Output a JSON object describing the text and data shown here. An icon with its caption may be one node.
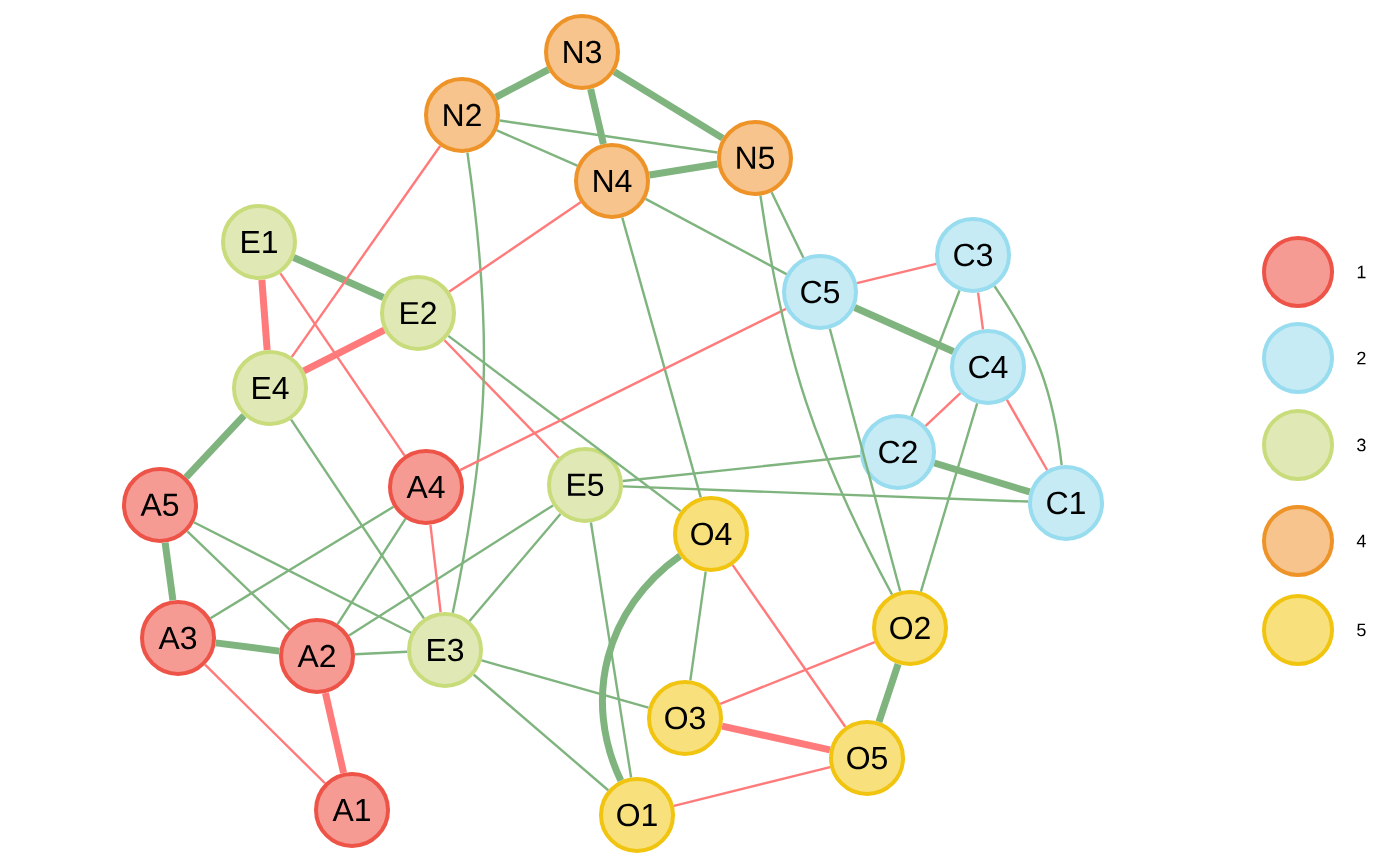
{
  "diagram": {
    "nodes": [
      {
        "text": [
          "A1"
        ]
      },
      {
        "text": [
          "A2"
        ]
      },
      {
        "text": [
          "A3"
        ]
      },
      {
        "text": [
          "A4"
        ]
      },
      {
        "text": [
          "A5"
        ]
      },
      {
        "text": [
          "C1"
        ]
      },
      {
        "text": [
          "C2"
        ]
      },
      {
        "text": [
          "C3"
        ]
      },
      {
        "text": [
          "C4"
        ]
      },
      {
        "text": [
          "C5"
        ]
      },
      {
        "text": [
          "E1"
        ]
      },
      {
        "text": [
          "E2"
        ]
      },
      {
        "text": [
          "E3"
        ]
      },
      {
        "text": [
          "E4"
        ]
      },
      {
        "text": [
          "E5"
        ]
      },
      {
        "text": [
          "N2"
        ]
      },
      {
        "text": [
          "N3"
        ]
      },
      {
        "text": [
          "N4"
        ]
      },
      {
        "text": [
          "N5"
        ]
      },
      {
        "text": [
          "O1"
        ]
      },
      {
        "text": [
          "O2"
        ]
      },
      {
        "text": [
          "O3"
        ]
      },
      {
        "text": [
          "O4"
        ]
      },
      {
        "text": [
          "O5"
        ]
      }
    ],
    "edges": [
      {
        "from": 15,
        "to": 16,
        "arrow": "none",
        "style": "thick"
      },
      {
        "from": 16,
        "to": 17,
        "arrow": "none",
        "style": "thick"
      },
      {
        "from": 16,
        "to": 18,
        "arrow": "none",
        "style": "thick"
      },
      {
        "from": 17,
        "to": 18,
        "arrow": "none",
        "style": "thick"
      },
      {
        "from": 15,
        "to": 17,
        "arrow": "none"
      },
      {
        "from": 15,
        "to": 18,
        "arrow": "none"
      },
      {
        "from": 10,
        "to": 11,
        "arrow": "none",
        "style": "thick"
      },
      {
        "from": 10,
        "to": 13,
        "arrow": "none",
        "style": "thick",
        "color": "#ff7b7b"
      },
      {
        "from": 11,
        "to": 13,
        "arrow": "none",
        "style": "thick",
        "color": "#ff7b7b"
      },
      {
        "from": 13,
        "to": 4,
        "arrow": "none",
        "style": "thick"
      },
      {
        "from": 4,
        "to": 2,
        "arrow": "none",
        "style": "thick"
      },
      {
        "from": 2,
        "to": 1,
        "arrow": "none",
        "style": "thick"
      },
      {
        "from": 1,
        "to": 0,
        "arrow": "none",
        "style": "thick",
        "color": "#ff7b7b"
      },
      {
        "from": 1,
        "to": 3,
        "arrow": "none"
      },
      {
        "from": 2,
        "to": 3,
        "arrow": "none"
      },
      {
        "from": 4,
        "to": 1,
        "arrow": "none"
      },
      {
        "from": 4,
        "to": 12,
        "arrow": "none"
      },
      {
        "from": 13,
        "to": 12,
        "arrow": "none"
      },
      {
        "from": 11,
        "to": 14,
        "arrow": "none",
        "color": "#ff7b7b"
      },
      {
        "from": 11,
        "to": 22,
        "arrow": "none"
      },
      {
        "from": 12,
        "to": 21,
        "arrow": "none"
      },
      {
        "from": 12,
        "to": 19,
        "arrow": "none"
      },
      {
        "from": 12,
        "to": 14,
        "arrow": "none"
      },
      {
        "from": 1,
        "to": 14,
        "arrow": "none"
      },
      {
        "from": 1,
        "to": 12,
        "arrow": "none"
      },
      {
        "from": 14,
        "to": 19,
        "arrow": "none"
      },
      {
        "from": 14,
        "to": 6,
        "arrow": "none"
      },
      {
        "from": 14,
        "to": 5,
        "arrow": "none"
      },
      {
        "from": 22,
        "to": 19,
        "arrow": "none",
        "style": "thick"
      },
      {
        "from": 22,
        "to": 21,
        "arrow": "none"
      },
      {
        "from": 22,
        "to": 23,
        "arrow": "none",
        "color": "#ff7b7b"
      },
      {
        "from": 21,
        "to": 23,
        "arrow": "none",
        "style": "thick",
        "color": "#ff7b7b"
      },
      {
        "from": 21,
        "to": 20,
        "arrow": "none",
        "color": "#ff7b7b"
      },
      {
        "from": 19,
        "to": 23,
        "arrow": "none",
        "color": "#ff7b7b"
      },
      {
        "from": 20,
        "to": 23,
        "arrow": "none",
        "style": "thick"
      },
      {
        "from": 20,
        "to": 8,
        "arrow": "none"
      },
      {
        "from": 20,
        "to": 9,
        "arrow": "none"
      },
      {
        "from": 9,
        "to": 8,
        "arrow": "none",
        "style": "thick"
      },
      {
        "from": 9,
        "to": 7,
        "arrow": "none",
        "color": "#ff7b7b"
      },
      {
        "from": 7,
        "to": 6,
        "arrow": "none"
      },
      {
        "from": 7,
        "to": 8,
        "arrow": "none",
        "color": "#ff7b7b"
      },
      {
        "from": 7,
        "to": 5,
        "arrow": "none"
      },
      {
        "from": 8,
        "to": 6,
        "arrow": "none",
        "color": "#ff7b7b"
      },
      {
        "from": 8,
        "to": 5,
        "arrow": "none",
        "color": "#ff7b7b"
      },
      {
        "from": 6,
        "to": 5,
        "arrow": "none",
        "style": "thick"
      },
      {
        "from": 17,
        "to": 9,
        "arrow": "none"
      },
      {
        "from": 17,
        "to": 22,
        "arrow": "none"
      },
      {
        "from": 15,
        "to": 12,
        "arrow": "none"
      },
      {
        "from": 15,
        "to": 13,
        "arrow": "none",
        "color": "#ff7b7b"
      },
      {
        "from": 17,
        "to": 11,
        "arrow": "none",
        "color": "#ff7b7b"
      },
      {
        "from": 3,
        "to": 9,
        "arrow": "none",
        "color": "#ff7b7b"
      },
      {
        "from": 10,
        "to": 3,
        "arrow": "none",
        "color": "#ff7b7b"
      },
      {
        "from": 2,
        "to": 0,
        "arrow": "none",
        "color": "#ff7b7b"
      },
      {
        "from": 18,
        "to": 20,
        "arrow": "none"
      },
      {
        "from": 18,
        "to": 9,
        "arrow": "none"
      },
      {
        "from": 3,
        "to": 12,
        "arrow": "none",
        "color": "#ff7b7b"
      }
    ],
    "legend": [
      {
        "text": "1",
        "color": "#f69a94"
      },
      {
        "text": "2",
        "color": "#c6ebf4"
      },
      {
        "text": "3",
        "color": "#e0e9b6"
      },
      {
        "text": "4",
        "color": "#f6c48c"
      },
      {
        "text": "5",
        "color": "#f8e07c"
      }
    ]
  }
}
